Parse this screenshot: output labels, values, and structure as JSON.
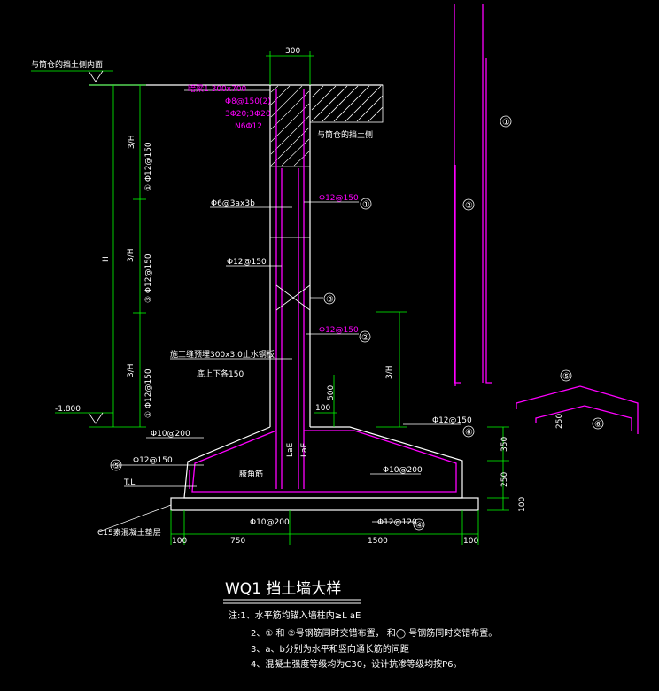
{
  "colors": {
    "background": "#000000",
    "dimension": "#00ff00",
    "rebar": "#ff00ff",
    "outline": "#ffffff",
    "soil": "#ffffff",
    "concrete_edge": "#00ffff"
  },
  "title": "WQ1 挡土墙大样",
  "labels": {
    "ground_top": "与筒仓的挡土侧内面",
    "beam1": "暗梁1 300x700",
    "beam2": "Φ8@150(2)",
    "beam3": "3Φ20;3Φ20",
    "beam4": "N6Φ12",
    "soil_side": "与筒仓的挡土侧",
    "stirrup": "Φ6@3ax3b",
    "bar_v_left": "Φ12@150",
    "bar_v_right1": "Φ12@150",
    "bar_v_right2": "Φ12@150",
    "joint1": "施工缝预埋300x3.0止水钢板",
    "joint2": "底上下各150",
    "bar_toe_top": "Φ10@200",
    "bar_toe_left": "Φ12@150",
    "tl": "T.L",
    "joint_key": "腋角筋",
    "bar_bottom_left": "Φ10@200",
    "bar_heel_slope": "Φ10@200",
    "bar_heel_top": "Φ12@150",
    "bar_bottom_right": "Φ12@120",
    "c15": "C15素混凝土垫层",
    "elev": "-1.800",
    "dim_wall": "300",
    "dim_h": "H",
    "dim_3h_1": "3/H",
    "dim_3h_2": "3/H",
    "dim_3h_3": "3/H",
    "bar_seg1": "① Φ12@150",
    "bar_seg2": "③ Φ12@150",
    "bar_seg3": "① Φ12@150",
    "dim_3h_right": "3/H",
    "dim_500": "500",
    "dim_100_top": "100",
    "dim_lae1": "LaE",
    "dim_lae2": "LaE",
    "dim_350": "350",
    "dim_250": "250",
    "dim_100_right": "100",
    "dim_b_100a": "100",
    "dim_b_750": "750",
    "dim_b_1500": "1500",
    "dim_b_100b": "100",
    "dim_250_bar": "250",
    "m1": "①",
    "m2": "②",
    "m3": "③",
    "m4": "④",
    "m5": "⑤",
    "m6": "⑥"
  },
  "notes": [
    "注:1、水平筋均锚入墙柱内≥L  aE",
    "2、① 和 ②号钢筋同时交错布置，   和◯ 号钢筋同时交错布置。",
    "3、a、b分别为水平和竖向通长筋的间距",
    "4、混凝土强度等级均为C30，设计抗渗等级均按P6。"
  ]
}
